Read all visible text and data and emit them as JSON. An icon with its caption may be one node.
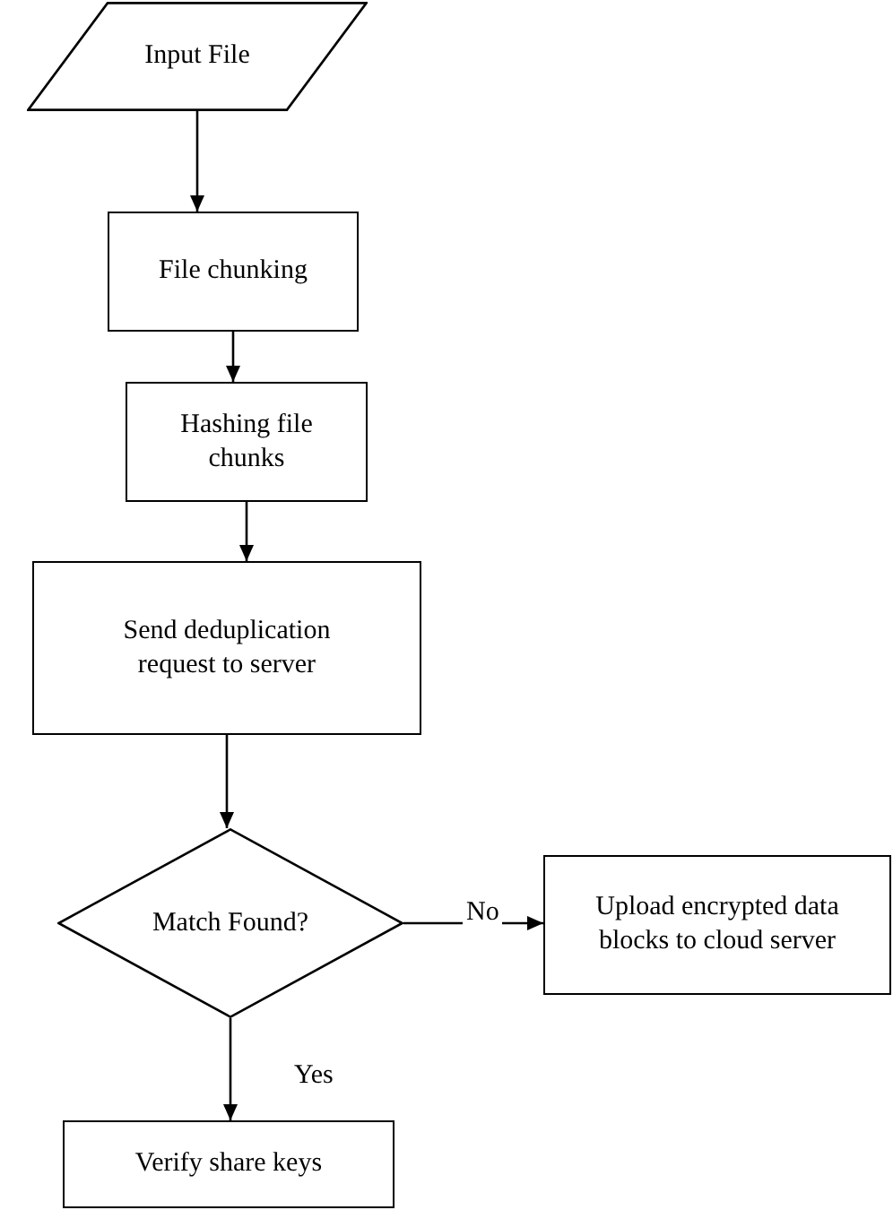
{
  "diagram": {
    "nodes": [
      {
        "text": [
          "Input File"
        ]
      },
      {
        "text": [
          "File chunking"
        ]
      },
      {
        "text": [
          "Hashing file chunks"
        ]
      },
      {
        "text": [
          "Send deduplication request to server"
        ]
      },
      {
        "text": [
          "Match Found?"
        ]
      },
      {
        "text": [
          "Upload encrypted data blocks to cloud server"
        ]
      },
      {
        "text": [
          "Verify share keys"
        ]
      }
    ],
    "edges": [
      {
        "from": 0,
        "to": 1,
        "arrow": "to"
      },
      {
        "from": 1,
        "to": 2,
        "arrow": "to"
      },
      {
        "from": 2,
        "to": 3,
        "arrow": "to"
      },
      {
        "from": 3,
        "to": 4,
        "arrow": "to"
      },
      {
        "from": 4,
        "to": 5,
        "arrow": "to",
        "label": "No"
      },
      {
        "from": 4,
        "to": 6,
        "arrow": "to",
        "label": "Yes"
      }
    ]
  }
}
